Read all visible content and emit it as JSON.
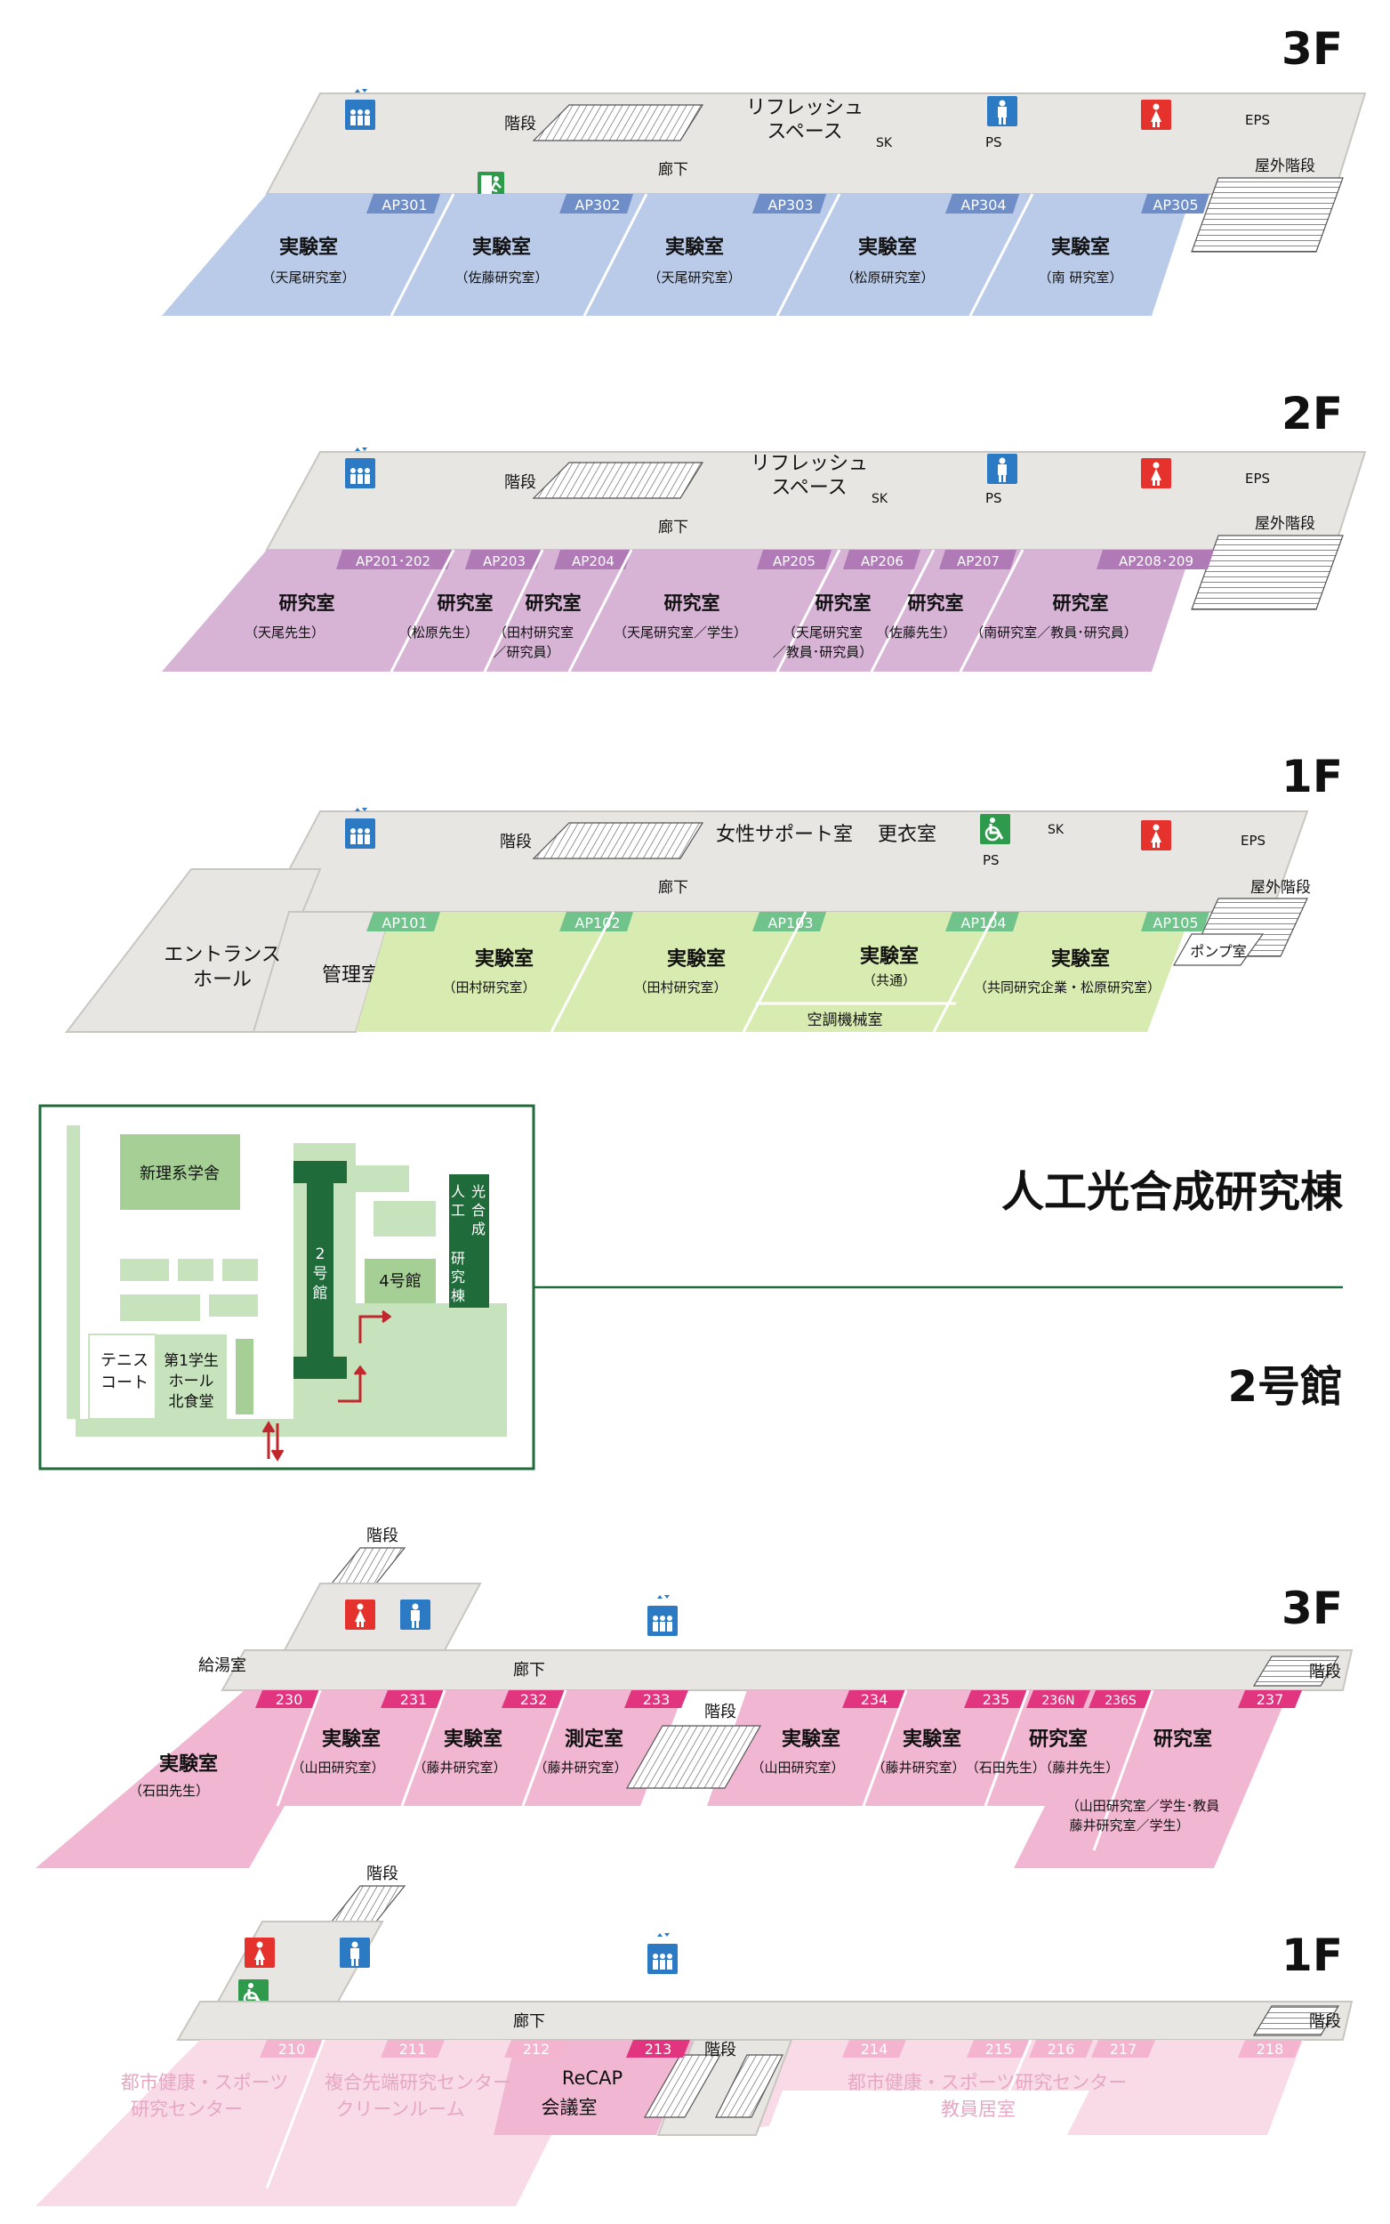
{
  "colors": {
    "corridor": "#e8e6e3",
    "corridor_edge": "#c9c6c2",
    "lab_blue": "#b9cbe8",
    "lab_purple": "#d7b3d6",
    "lab_green": "#d8ebb0",
    "room_pink": "#f1b7d2",
    "room_pink_light": "#f9dbe8",
    "tab_blue": "#6f8dc7",
    "tab_purple": "#b07ab7",
    "tab_green": "#6fc38b",
    "tab_pink": "#e2357f",
    "tab_pink_light": "#f4b4cf",
    "elevator_blue": "#2c79c4",
    "female_red": "#e5322d",
    "male_blue": "#2c79c4",
    "access_green": "#2e9a4b",
    "building_green": "#1f6b3a",
    "inset_border": "#1f6b3a",
    "inset_light": "#c6e3bd",
    "inset_mid": "#a5cf95",
    "arrow_red": "#c0282e",
    "faded_text": "#e6a7c3"
  },
  "map_icons": [
    "elevator-icon",
    "female-restroom-icon",
    "male-restroom-icon",
    "accessible-restroom-icon",
    "emergency-exit-icon",
    "stairs-icon"
  ],
  "titles": {
    "building_a": "人工光合成研究棟",
    "building_b": "2号館"
  },
  "afl": {
    "f3": {
      "floor": "3F",
      "stairs": "階段",
      "refresh": [
        "リフレッシュ",
        "スペース"
      ],
      "sk": "SK",
      "ps": "PS",
      "eps": "EPS",
      "corridor": "廊下",
      "outdoor_stairs": "屋外階段",
      "tabs": [
        "AP301",
        "AP302",
        "AP303",
        "AP304",
        "AP305"
      ],
      "rooms": [
        {
          "name": "実験室",
          "sub": "（天尾研究室）"
        },
        {
          "name": "実験室",
          "sub": "（佐藤研究室）"
        },
        {
          "name": "実験室",
          "sub": "（天尾研究室）"
        },
        {
          "name": "実験室",
          "sub": "（松原研究室）"
        },
        {
          "name": "実験室",
          "sub": "（南 研究室）"
        }
      ]
    },
    "f2": {
      "floor": "2F",
      "stairs": "階段",
      "refresh": [
        "リフレッシュ",
        "スペース"
      ],
      "sk": "SK",
      "ps": "PS",
      "eps": "EPS",
      "corridor": "廊下",
      "outdoor_stairs": "屋外階段",
      "tabs": [
        "AP201･202",
        "AP203",
        "AP204",
        "AP205",
        "AP206",
        "AP207",
        "AP208･209"
      ],
      "rooms": [
        {
          "name": "研究室",
          "sub": "（天尾先生）",
          "sub2": ""
        },
        {
          "name": "研究室",
          "sub": "（松原先生）",
          "sub2": ""
        },
        {
          "name": "研究室",
          "sub": "（田村研究室",
          "sub2": "／研究員）"
        },
        {
          "name": "研究室",
          "sub": "（天尾研究室／学生）",
          "sub2": ""
        },
        {
          "name": "研究室",
          "sub": "（天尾研究室",
          "sub2": "／教員･研究員）"
        },
        {
          "name": "研究室",
          "sub": "（佐藤先生）",
          "sub2": ""
        },
        {
          "name": "研究室",
          "sub": "（南研究室／教員･研究員）",
          "sub2": ""
        }
      ]
    },
    "f1": {
      "floor": "1F",
      "stairs": "階段",
      "women": "女性サポート室",
      "changing": "更衣室",
      "sk": "SK",
      "ps": "PS",
      "eps": "EPS",
      "corridor": "廊下",
      "outdoor_stairs": "屋外階段",
      "entrance": [
        "エントランス",
        "ホール"
      ],
      "admin": "管理室",
      "pump": "ポンプ室",
      "ac": "空調機械室",
      "tabs": [
        "AP101",
        "AP102",
        "AP103",
        "AP104",
        "AP105"
      ],
      "rooms": [
        {
          "name": "実験室",
          "sub": "（田村研究室）"
        },
        {
          "name": "実験室",
          "sub": "（田村研究室）"
        },
        {
          "name": "実験室",
          "sub": "（共通）"
        },
        {
          "name": "実験室",
          "sub": "（共同研究企業・松原研究室）"
        }
      ]
    }
  },
  "inset": {
    "shinri": "新理系学舎",
    "bldg2": [
      "2",
      "号",
      "館"
    ],
    "bldg4": "4号館",
    "research": [
      "人",
      "工",
      "光",
      "合",
      "成",
      "研",
      "究",
      "棟"
    ],
    "tennis": [
      "テニス",
      "コート"
    ],
    "hall": [
      "第1学生",
      "ホール",
      "北食堂"
    ]
  },
  "b2": {
    "f3": {
      "floor": "3F",
      "stairs": "階段",
      "kettle": "給湯室",
      "corridor": "廊下",
      "tabs": [
        "230",
        "231",
        "232",
        "233",
        "234",
        "235",
        "236N",
        "236S",
        "237"
      ],
      "rooms": [
        {
          "name": "実験室",
          "sub": "（石田先生）"
        },
        {
          "name": "実験室",
          "sub": "（山田研究室）"
        },
        {
          "name": "実験室",
          "sub": "（藤井研究室）"
        },
        {
          "name": "測定室",
          "sub": "（藤井研究室）"
        },
        {
          "name": "実験室",
          "sub": "（山田研究室）"
        },
        {
          "name": "実験室",
          "sub": "（藤井研究室）"
        },
        {
          "name": "研究室",
          "sub": "（石田先生）（藤井先生）"
        },
        {
          "name": "研究室",
          "sub": "（山田研究室／学生･教員",
          "sub2": "藤井研究室／学生）"
        }
      ]
    },
    "f1": {
      "floor": "1F",
      "stairs": "階段",
      "corridor": "廊下",
      "tabs": [
        "210",
        "211",
        "212",
        "213",
        "214",
        "215",
        "216",
        "217",
        "218"
      ],
      "rooms": [
        {
          "name": "都市健康・スポーツ",
          "sub": "研究センター"
        },
        {
          "name": "複合先端研究センター",
          "sub": "クリーンルーム"
        },
        {
          "name": "ReCAP",
          "sub": "会議室"
        },
        {
          "name": "都市健康・スポーツ研究センター",
          "sub": "教員居室"
        }
      ]
    }
  }
}
